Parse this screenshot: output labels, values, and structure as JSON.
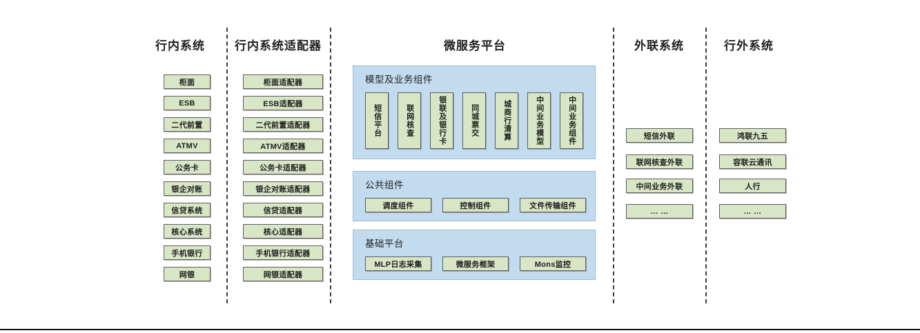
{
  "colors": {
    "node_fill": "#d9e6c6",
    "node_border": "#5c5c5c",
    "panel_fill": "#c3dbef",
    "panel_border": "#9fb8cc",
    "divider": "#3a3a3a",
    "text": "#1d1d1d"
  },
  "columns": {
    "internal_systems": {
      "title": "行内系统",
      "items": [
        {
          "label": "柜面"
        },
        {
          "label": "ESB"
        },
        {
          "label": "二代前置"
        },
        {
          "label": "ATMV"
        },
        {
          "label": "公务卡"
        },
        {
          "label": "银企对账"
        },
        {
          "label": "信贷系统"
        },
        {
          "label": "核心系统"
        },
        {
          "label": "手机银行"
        },
        {
          "label": "网银"
        }
      ]
    },
    "internal_adapters": {
      "title": "行内系统适配器",
      "items": [
        {
          "label": "柜面适配器"
        },
        {
          "label": "ESB适配器"
        },
        {
          "label": "二代前置适配器"
        },
        {
          "label": "ATMV适配器"
        },
        {
          "label": "公务卡适配器"
        },
        {
          "label": "银企对账适配器"
        },
        {
          "label": "信贷适配器"
        },
        {
          "label": "核心适配器"
        },
        {
          "label": "手机银行适配器"
        },
        {
          "label": "网银适配器"
        }
      ]
    },
    "microservice_platform": {
      "title": "微服务平台",
      "panels": [
        {
          "id": "model-business-components",
          "title": "模型及业务组件",
          "orientation": "vertical",
          "items": [
            {
              "label": "短信平台"
            },
            {
              "label": "联网核查"
            },
            {
              "label": "银联及银行卡"
            },
            {
              "label": "同城票交"
            },
            {
              "label": "城商行清算"
            },
            {
              "label": "中间业务模型"
            },
            {
              "label": "中间业务组件"
            }
          ]
        },
        {
          "id": "public-components",
          "title": "公共组件",
          "orientation": "horizontal",
          "items": [
            {
              "label": "调度组件"
            },
            {
              "label": "控制组件"
            },
            {
              "label": "文件传输组件"
            }
          ]
        },
        {
          "id": "base-platform",
          "title": "基础平台",
          "orientation": "horizontal",
          "items": [
            {
              "label": "MLP日志采集"
            },
            {
              "label": "微服务框架"
            },
            {
              "label": "Mons监控"
            }
          ]
        }
      ]
    },
    "external_link_systems": {
      "title": "外联系统",
      "items": [
        {
          "label": "短信外联"
        },
        {
          "label": "联网核查外联"
        },
        {
          "label": "中间业务外联"
        },
        {
          "label": "… …"
        }
      ]
    },
    "outside_bank_systems": {
      "title": "行外系统",
      "items": [
        {
          "label": "鸿联九五"
        },
        {
          "label": "容联云通讯"
        },
        {
          "label": "人行"
        },
        {
          "label": "… …"
        }
      ]
    }
  }
}
